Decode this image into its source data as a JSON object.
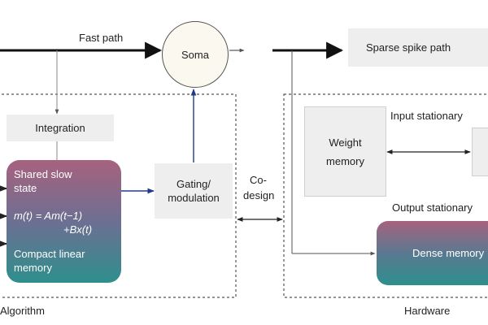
{
  "labels": {
    "fast_path": "Fast path",
    "soma": "Soma",
    "sparse_spike_path": "Sparse spike path",
    "integration": "Integration",
    "shared_slow_state": [
      "Shared slow",
      "state"
    ],
    "equation_line1": "m(t) = Am(t−1)",
    "equation_line2": "+Bx(t)",
    "compact_linear_memory": [
      "Compact linear",
      "memory"
    ],
    "gating": [
      "Gating/",
      "modulation"
    ],
    "codesign": [
      "Co-",
      "design"
    ],
    "input_stationary": "Input stationary",
    "weight_memory": [
      "Weight",
      "memory"
    ],
    "output_stationary": "Output stationary",
    "dense_memory": "Dense memory",
    "algorithm": "Algorithm",
    "hardware": "Hardware"
  },
  "colors": {
    "line": "#3c3c3c",
    "gray_line": "#8a8a8a",
    "blue_arrow": "#1e3a8a",
    "box_fill": "#eeeeee",
    "soma_fill": "#fbf8ef",
    "gradient_top": "#a7627e",
    "gradient_bottom": "#2e8f8d"
  }
}
